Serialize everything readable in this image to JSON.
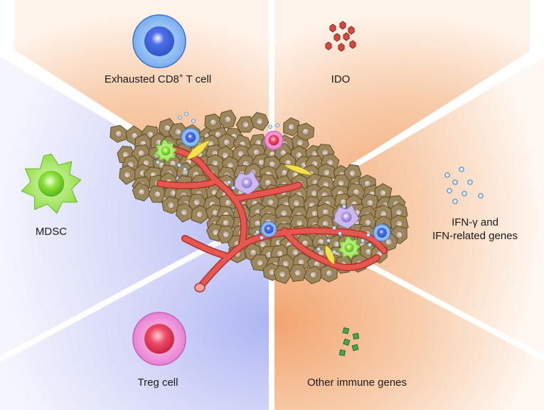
{
  "segments": [
    {
      "id": "exhausted-cd8",
      "label": "Exhausted CD8",
      "superscript": "+",
      "label_suffix": " T cell",
      "icon": "t-cell-icon"
    },
    {
      "id": "ido",
      "label": "IDO",
      "icon": "ido-particles-icon"
    },
    {
      "id": "ifn",
      "label_lines": [
        "IFN-γ and",
        "IFN-related genes"
      ],
      "icon": "ifn-dots-icon"
    },
    {
      "id": "other-immune",
      "label": "Other immune genes",
      "icon": "immune-genes-squares-icon"
    },
    {
      "id": "treg",
      "label": "Treg cell",
      "icon": "treg-cell-icon"
    },
    {
      "id": "mdsc",
      "label": "MDSC",
      "icon": "mdsc-cell-icon"
    }
  ],
  "colors": {
    "warm_sector": "#f4b98c",
    "cool_sector": "#b9bff2",
    "tumor_cell_fill": "#9e8a5a",
    "tumor_nucleus": "#c7b9a6",
    "vessel": "#e0524a",
    "t_cell_blue": "#3f7fe0",
    "treg_pink": "#e8466e",
    "mdsc_green": "#8ed63b",
    "macrophage_lilac": "#a58fd6",
    "ido_red": "#c0392b",
    "ifn_blue": "#5fa7d8",
    "immune_green": "#3f9a48"
  }
}
